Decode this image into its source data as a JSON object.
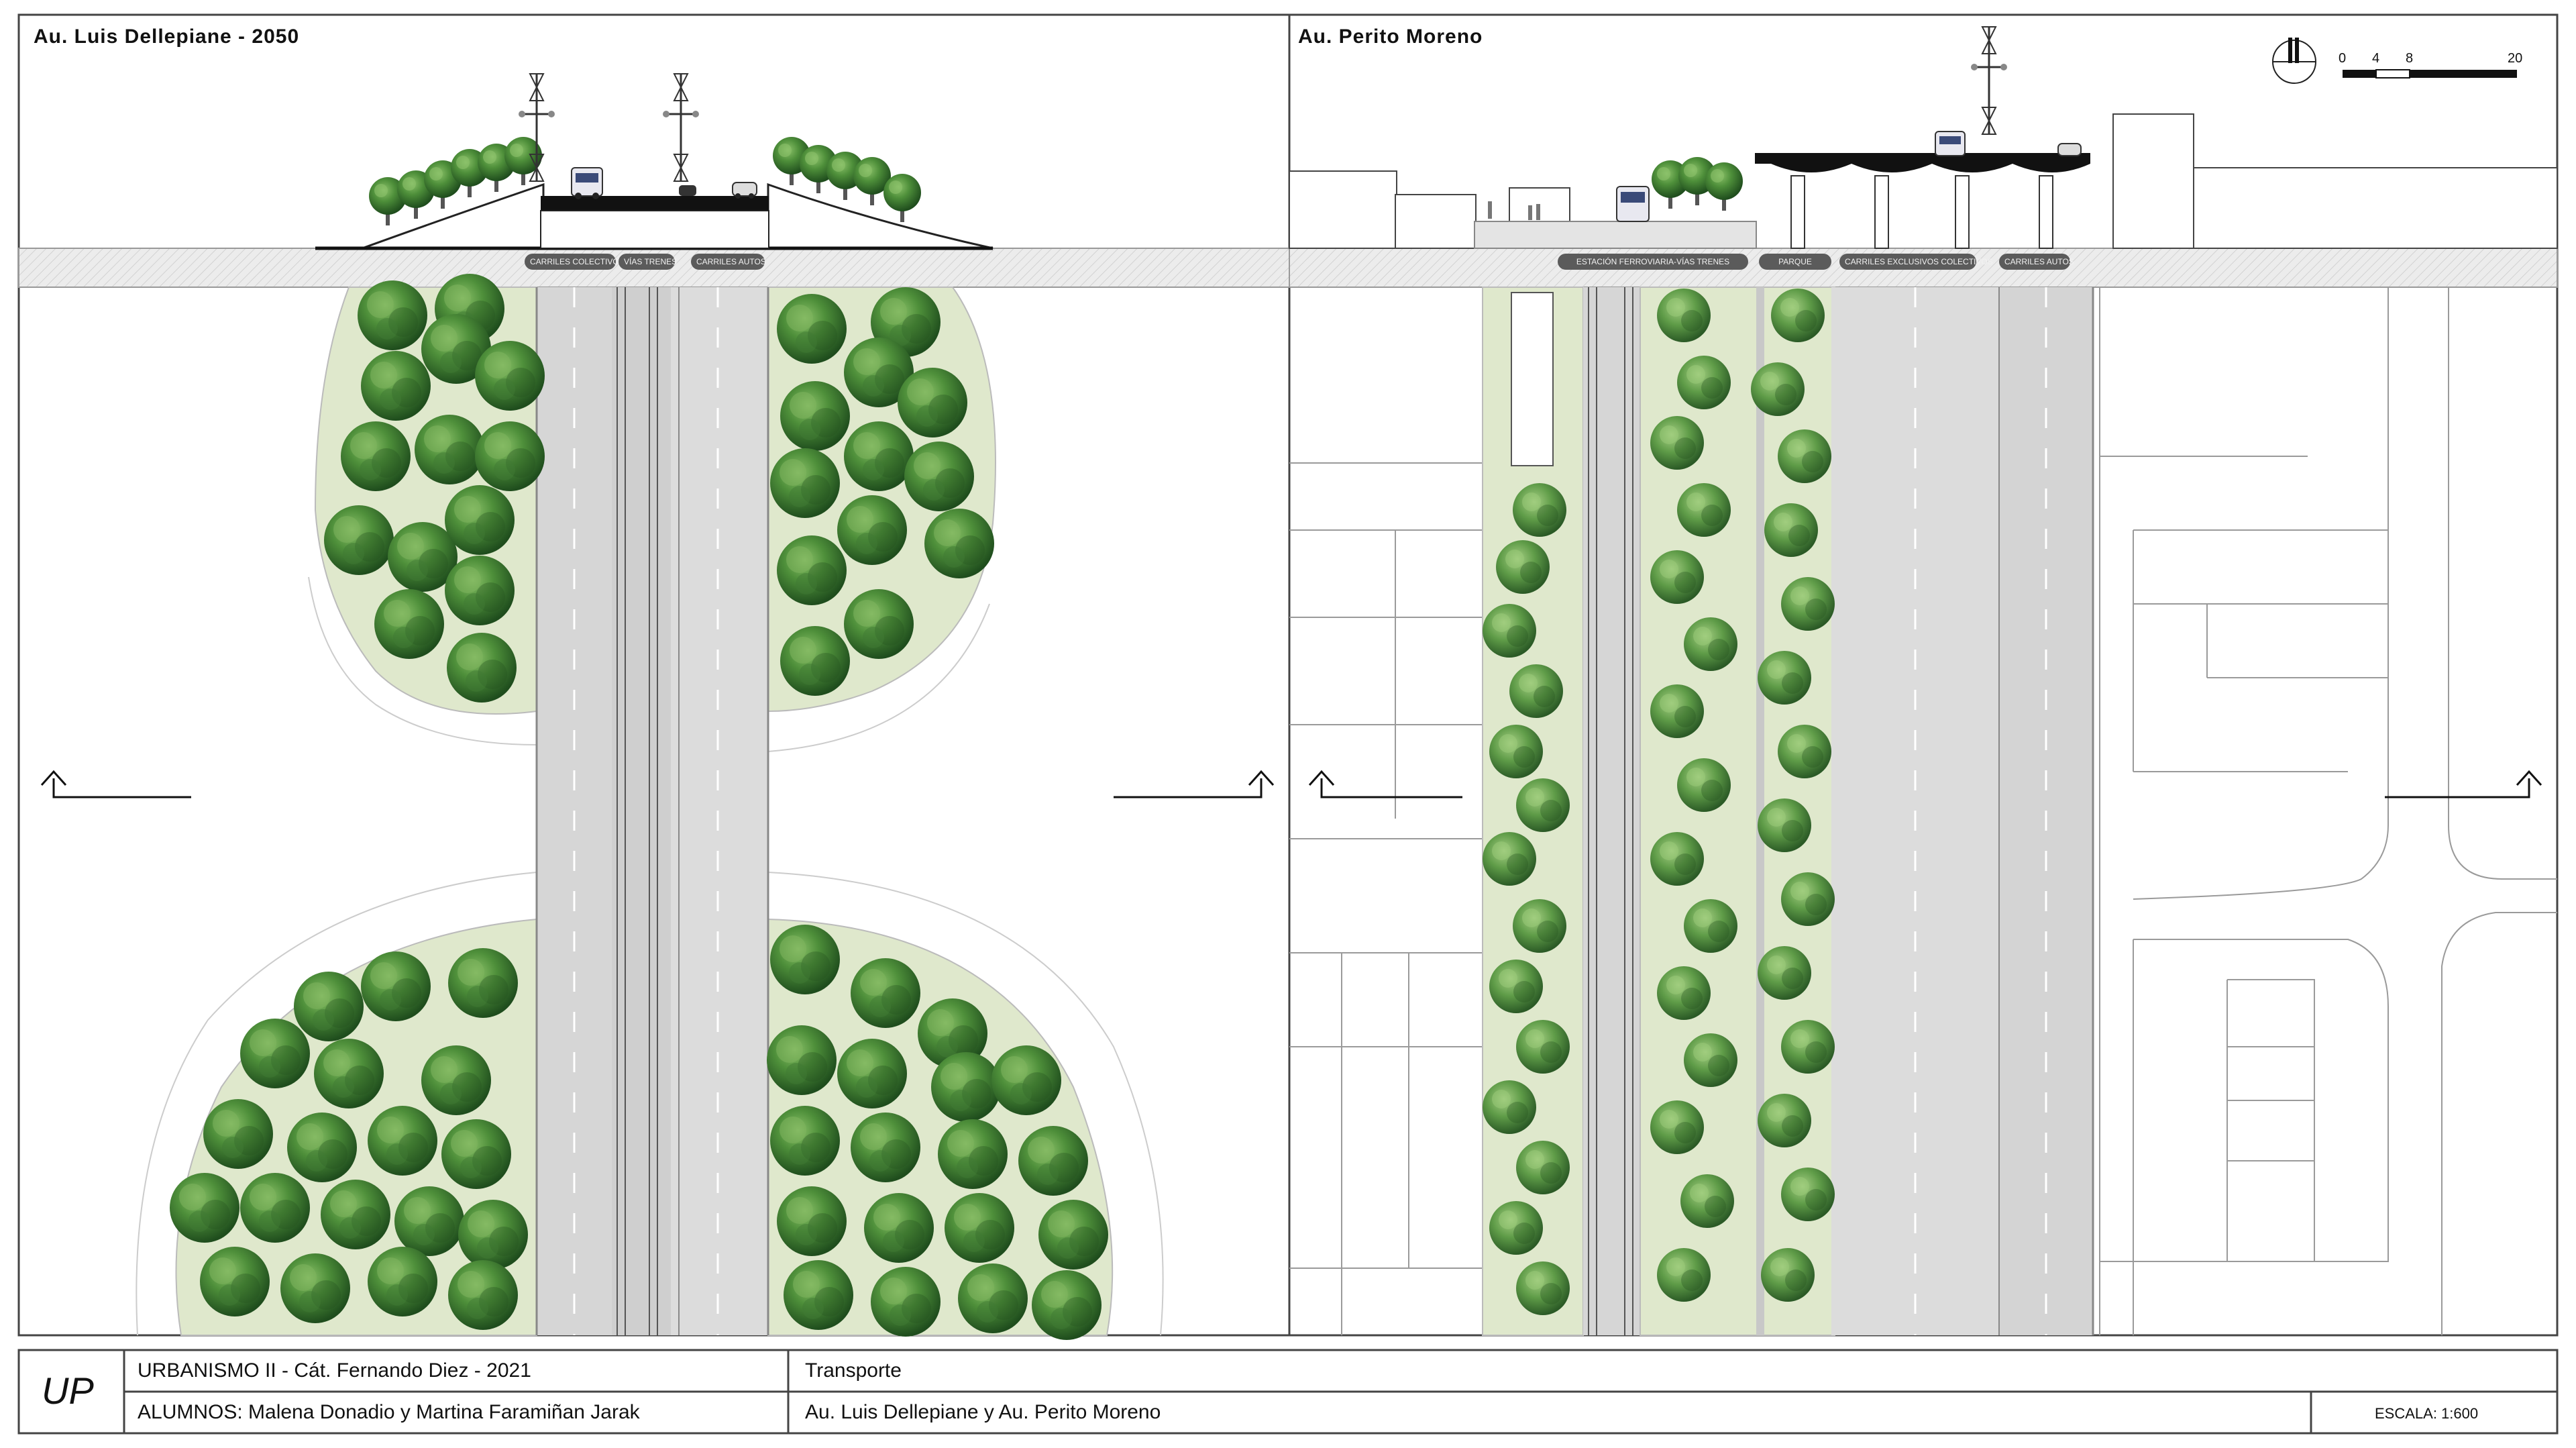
{
  "panels": {
    "left_title": "Au. Luis Dellepiane - 2050",
    "right_title": "Au. Perito Moreno"
  },
  "section_labels": {
    "left": [
      "CARRILES COLECTIVOS",
      "VÍAS TRENES",
      "CARRILES AUTOS"
    ],
    "right": [
      "ESTACIÓN FERROVIARIA-VÍAS TRENES",
      "PARQUE",
      "CARRILES EXCLUSIVOS COLECTIVOS",
      "CARRILES AUTOS"
    ]
  },
  "scale_bar": {
    "ticks": [
      "0",
      "4",
      "8",
      "20"
    ]
  },
  "title_block": {
    "logo": "UP",
    "course": "URBANISMO II - Cát. Fernando Diez - 2021",
    "students": "ALUMNOS: Malena Donadio y Martina Faramiñan Jarak",
    "topic": "Transporte",
    "subject": "Au. Luis Dellepiane y Au. Perito Moreno",
    "scale": "ESCALA: 1:600"
  },
  "colors": {
    "green_area": "#dfe8cc",
    "road": "#dedede",
    "tree_dark": "#2f6a2b",
    "tree_light": "#5d9a45",
    "ground_strip": "#e8e8e8"
  },
  "icons": [
    "north-arrow-icon",
    "section-cut-arrow-icon",
    "tree-icon",
    "bus-icon",
    "car-icon",
    "street-lamp-icon"
  ]
}
